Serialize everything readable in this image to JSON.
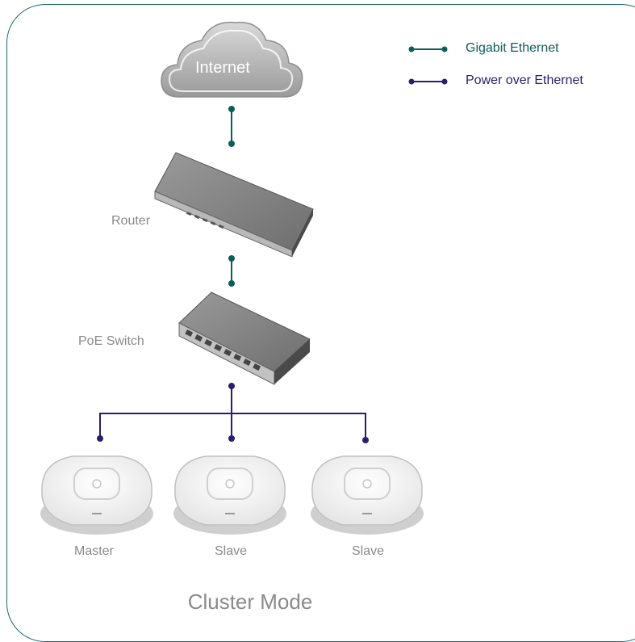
{
  "legend": {
    "gigabit": {
      "label": "Gigabit Ethernet",
      "color": "#0d5c5c"
    },
    "poe": {
      "label": "Power over Ethernet",
      "color": "#2a1e6e"
    }
  },
  "nodes": {
    "internet": "Internet",
    "router": "Router",
    "switch": "PoE Switch",
    "ap1": "Master",
    "ap2": "Slave",
    "ap3": "Slave"
  },
  "title": "Cluster Mode"
}
